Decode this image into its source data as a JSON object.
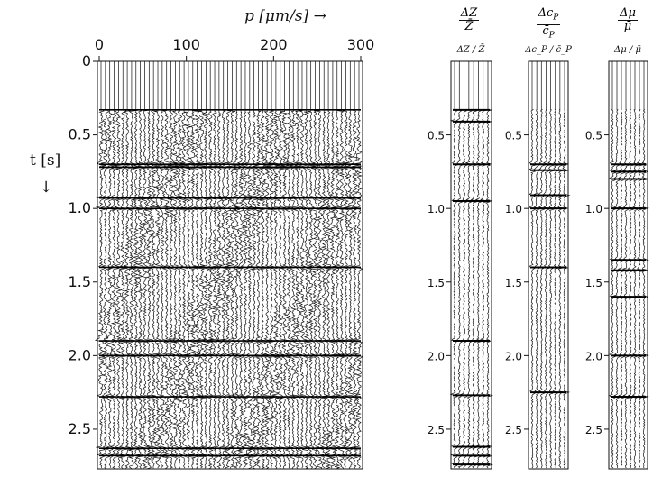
{
  "chart_data": [
    {
      "type": "line",
      "title": "",
      "xlabel": "p [μm/s] →",
      "ylabel": "t [s]",
      "ylabel_arrow": "↓",
      "xlim": [
        0,
        300
      ],
      "ylim": [
        0,
        2.77
      ],
      "xticks": [
        "0",
        "100",
        "200",
        "300"
      ],
      "yticks": [
        "0",
        "0.5",
        "1.0",
        "1.5",
        "2.0",
        "2.5"
      ],
      "trace_count": 60,
      "strong_events_t": [
        0.33,
        0.7,
        0.72,
        0.93,
        1.0,
        1.4,
        1.9,
        2.0,
        2.28,
        2.63,
        2.68
      ],
      "onset_t": 0.33
    },
    {
      "type": "line",
      "title": "ΔZ / Z̄",
      "title_num": "ΔZ",
      "title_den": "Z̄",
      "yticks": [
        "0.5",
        "1.0",
        "1.5",
        "2.0",
        "2.5"
      ],
      "ylim": [
        0,
        2.77
      ],
      "trace_count": 8,
      "strong_events_t": [
        0.33,
        0.41,
        0.7,
        0.95,
        1.9,
        2.27,
        2.62,
        2.68,
        2.74
      ],
      "onset_t": 0.33
    },
    {
      "type": "line",
      "title": "Δc_P / c̄_P",
      "title_num": "Δc",
      "title_num_sub": "P",
      "title_den": "c̄",
      "title_den_sub": "P",
      "yticks": [
        "0.5",
        "1.0",
        "1.5",
        "2.0",
        "2.5"
      ],
      "ylim": [
        0,
        2.77
      ],
      "trace_count": 8,
      "strong_events_t": [
        0.7,
        0.74,
        0.91,
        1.0,
        1.4,
        2.25
      ],
      "onset_t": 0.33
    },
    {
      "type": "line",
      "title": "Δμ / μ̄",
      "title_num": "Δμ",
      "title_den": "μ̄",
      "yticks": [
        "0.5",
        "1.0",
        "1.5",
        "2.0",
        "2.5"
      ],
      "ylim": [
        0,
        2.77
      ],
      "trace_count": 8,
      "strong_events_t": [
        0.7,
        0.75,
        0.8,
        1.0,
        1.35,
        1.42,
        1.6,
        2.0,
        2.28
      ],
      "onset_t": 0.33
    }
  ]
}
